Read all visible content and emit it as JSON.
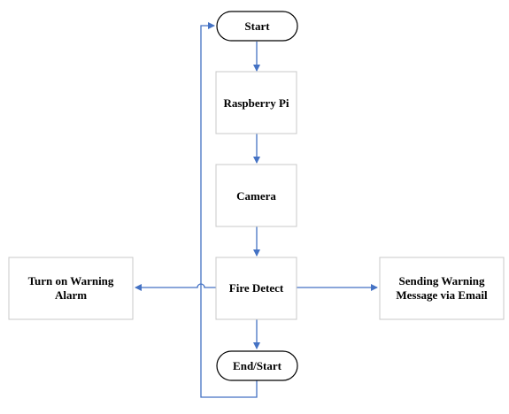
{
  "diagram": {
    "colors": {
      "connector": "#4472c4",
      "box_border": "#c8c8c8",
      "terminal_border": "#000000",
      "text": "#000000"
    },
    "nodes": {
      "start": {
        "label": "Start"
      },
      "raspberry_pi": {
        "label": "Raspberry Pi"
      },
      "camera": {
        "label": "Camera"
      },
      "fire_detect": {
        "label": "Fire Detect"
      },
      "warning_alarm": {
        "line1": "Turn on Warning",
        "line2": "Alarm"
      },
      "email": {
        "line1": "Sending Warning",
        "line2": "Message via Email"
      },
      "end_start": {
        "label": "End/Start"
      }
    }
  }
}
